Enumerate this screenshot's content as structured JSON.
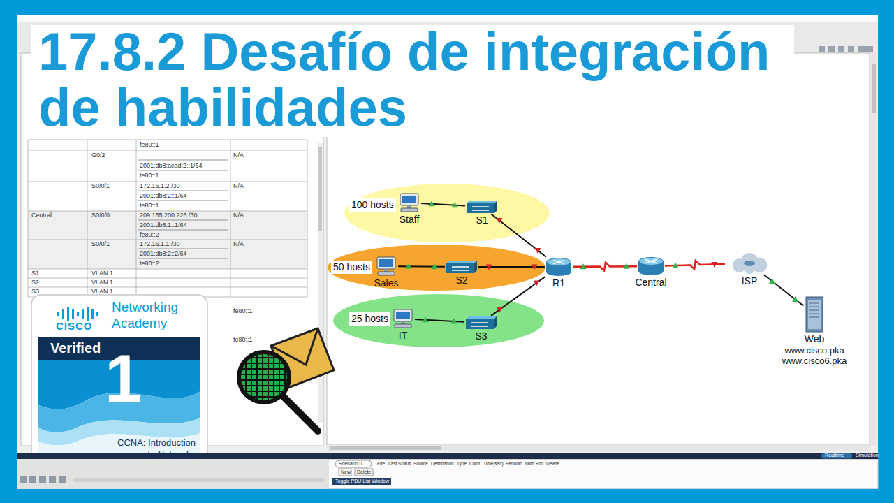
{
  "diagram": {
    "title": "17.8.2 Desafío de integración de habilidades",
    "nodes": [
      {
        "text": [
          "100 hosts"
        ]
      },
      {
        "text": [
          "Staff"
        ],
        "in": 0
      },
      {
        "text": [
          "S1"
        ],
        "in": 0
      },
      {
        "text": [
          "50 hosts"
        ]
      },
      {
        "text": [
          "Sales"
        ],
        "in": 3
      },
      {
        "text": [
          "S2"
        ],
        "in": 3
      },
      {
        "text": [
          "25 hosts"
        ]
      },
      {
        "text": [
          "IT"
        ],
        "in": 6
      },
      {
        "text": [
          "S3"
        ],
        "in": 6
      },
      {
        "text": [
          "R1"
        ]
      },
      {
        "text": [
          "Central"
        ]
      },
      {
        "text": [
          "ISP"
        ]
      },
      {
        "text": [
          "Web",
          "www.cisco.pka www.cisco6.pka"
        ]
      }
    ],
    "edges": [
      {
        "from": 1,
        "to": 2,
        "arrow": "none"
      },
      {
        "from": 2,
        "to": 9,
        "arrow": "none"
      },
      {
        "from": 4,
        "to": 5,
        "arrow": "none"
      },
      {
        "from": 5,
        "to": 9,
        "arrow": "none"
      },
      {
        "from": 7,
        "to": 8,
        "arrow": "none"
      },
      {
        "from": 8,
        "to": 9,
        "arrow": "none"
      },
      {
        "from": 9,
        "to": 10,
        "arrow": "none"
      },
      {
        "from": 10,
        "to": 11,
        "arrow": "none"
      },
      {
        "from": 11,
        "to": 12,
        "arrow": "none"
      }
    ],
    "labels": [
      "fe80::1",
      "G0/2",
      "N/A",
      "2001:db8:acad:2::1/64",
      "fe80::1",
      "S0/0/1",
      "172.16.1.2 /30",
      "N/A",
      "2001:db8:2::1/64",
      "fe80::1",
      "Central",
      "S0/0/0",
      "209.165.200.226 /30",
      "N/A",
      "2001:db8:1::1/64",
      "fe80::2",
      "S0/0/1",
      "172.16.1.1 /30",
      "N/A",
      "2001:db8:2::2/64",
      "fe80::2",
      "S1",
      "VLAN 1",
      "S2",
      "VLAN 1",
      "S3",
      "VLAN 1",
      "fe80::1",
      "fe80::1",
      "CISCO",
      "Networking Academy",
      "Verified",
      "1",
      "CCNA: Introduction to Networks",
      "Realtime",
      "Simulation",
      "Scenario 0",
      "New",
      "Delete",
      "Toggle PDU List Window",
      "Fire",
      "Last Status",
      "Source",
      "Destination",
      "Type",
      "Color",
      "Time(sec)",
      "Periodic",
      "Num",
      "Edit",
      "Delete"
    ]
  }
}
